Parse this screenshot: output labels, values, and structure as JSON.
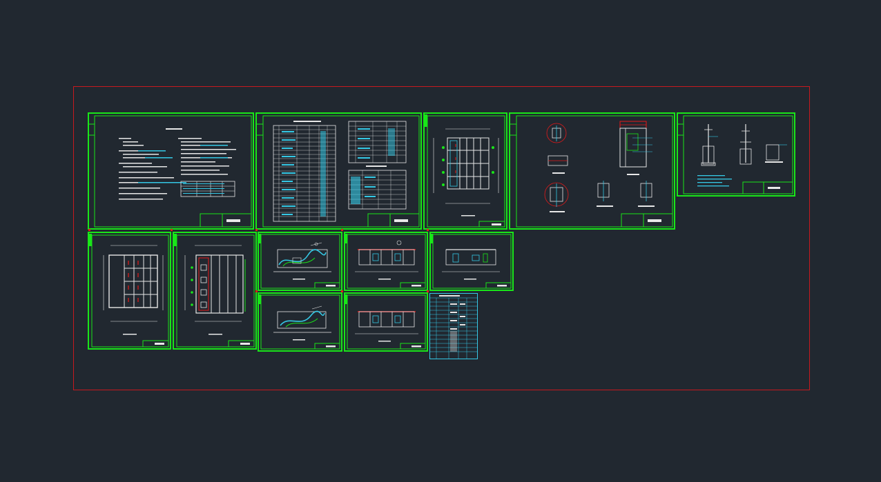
{
  "viewport": {
    "background": "#212830",
    "colors": {
      "boundary": "#c8191e",
      "sheet_frame": "#19e619",
      "linework_white": "#e8e8e8",
      "linework_cyan": "#35c9e6",
      "linework_red": "#e61919",
      "linework_green": "#19e619"
    }
  },
  "drawing": {
    "sheets": [
      {
        "id": "general-notes"
      },
      {
        "id": "material-schedule"
      },
      {
        "id": "plan-a"
      },
      {
        "id": "details-a"
      },
      {
        "id": "details-b"
      },
      {
        "id": "plan-b"
      },
      {
        "id": "plan-c"
      },
      {
        "id": "section-a"
      },
      {
        "id": "elevation-a"
      },
      {
        "id": "elevation-b"
      },
      {
        "id": "section-b"
      },
      {
        "id": "elevation-c"
      },
      {
        "id": "schedule-table"
      }
    ]
  }
}
